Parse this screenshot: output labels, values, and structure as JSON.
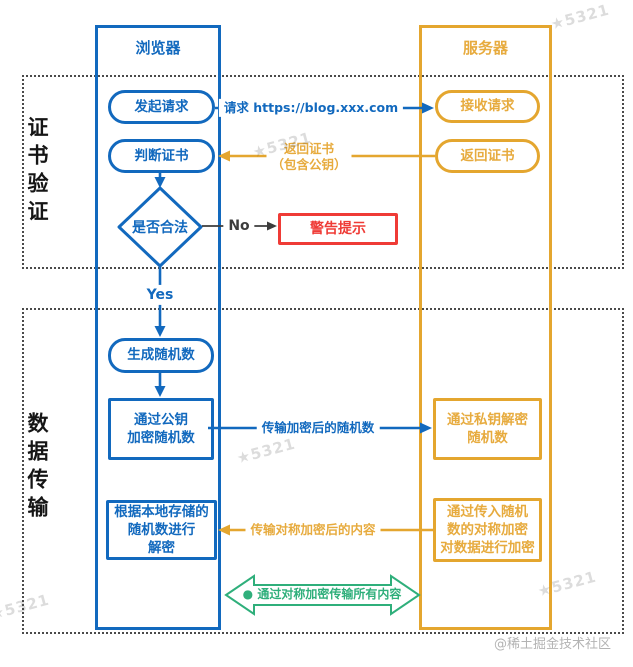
{
  "sections": {
    "cert_verification": "证书验证",
    "data_transfer": "数据传输"
  },
  "browser": {
    "title": "浏览器",
    "initiate_request": "发起请求",
    "judge_certificate": "判断证书",
    "validity_check": "是否合法",
    "generate_random": "生成随机数",
    "encrypt_public_lines": [
      "通过公钥",
      "加密随机数"
    ],
    "decrypt_local_lines": [
      "根据本地存储的",
      "随机数进行",
      "解密"
    ]
  },
  "server": {
    "title": "服务器",
    "receive_request": "接收请求",
    "return_certificate": "返回证书",
    "decrypt_private_lines": [
      "通过私钥解密",
      "随机数"
    ],
    "symmetric_encrypt_lines": [
      "通过传入随机",
      "数的对称加密",
      "对数据进行加密"
    ]
  },
  "warning_label": "警告提示",
  "branch_labels": {
    "no": "No",
    "yes": "Yes"
  },
  "arrow_labels": {
    "request": "请求 https://blog.xxx.com",
    "return_certificate_lines": [
      "返回证书",
      "（包含公钥）"
    ],
    "transfer_encrypted_random": "传输加密后的随机数",
    "transfer_symmetric_content": "传输对称加密后的内容",
    "symmetric_transfer_all": "● 通过对称加密传输所有内容"
  },
  "watermark_text": "5321",
  "credit": "@稀土掘金技术社区",
  "colors": {
    "browser_blue": "#1269BE",
    "server_yellow": "#E4A62F",
    "warning_red": "#EF3B36",
    "symmetric_green": "#2FAF7B",
    "no_arrow_gray": "#3C3C3C"
  }
}
